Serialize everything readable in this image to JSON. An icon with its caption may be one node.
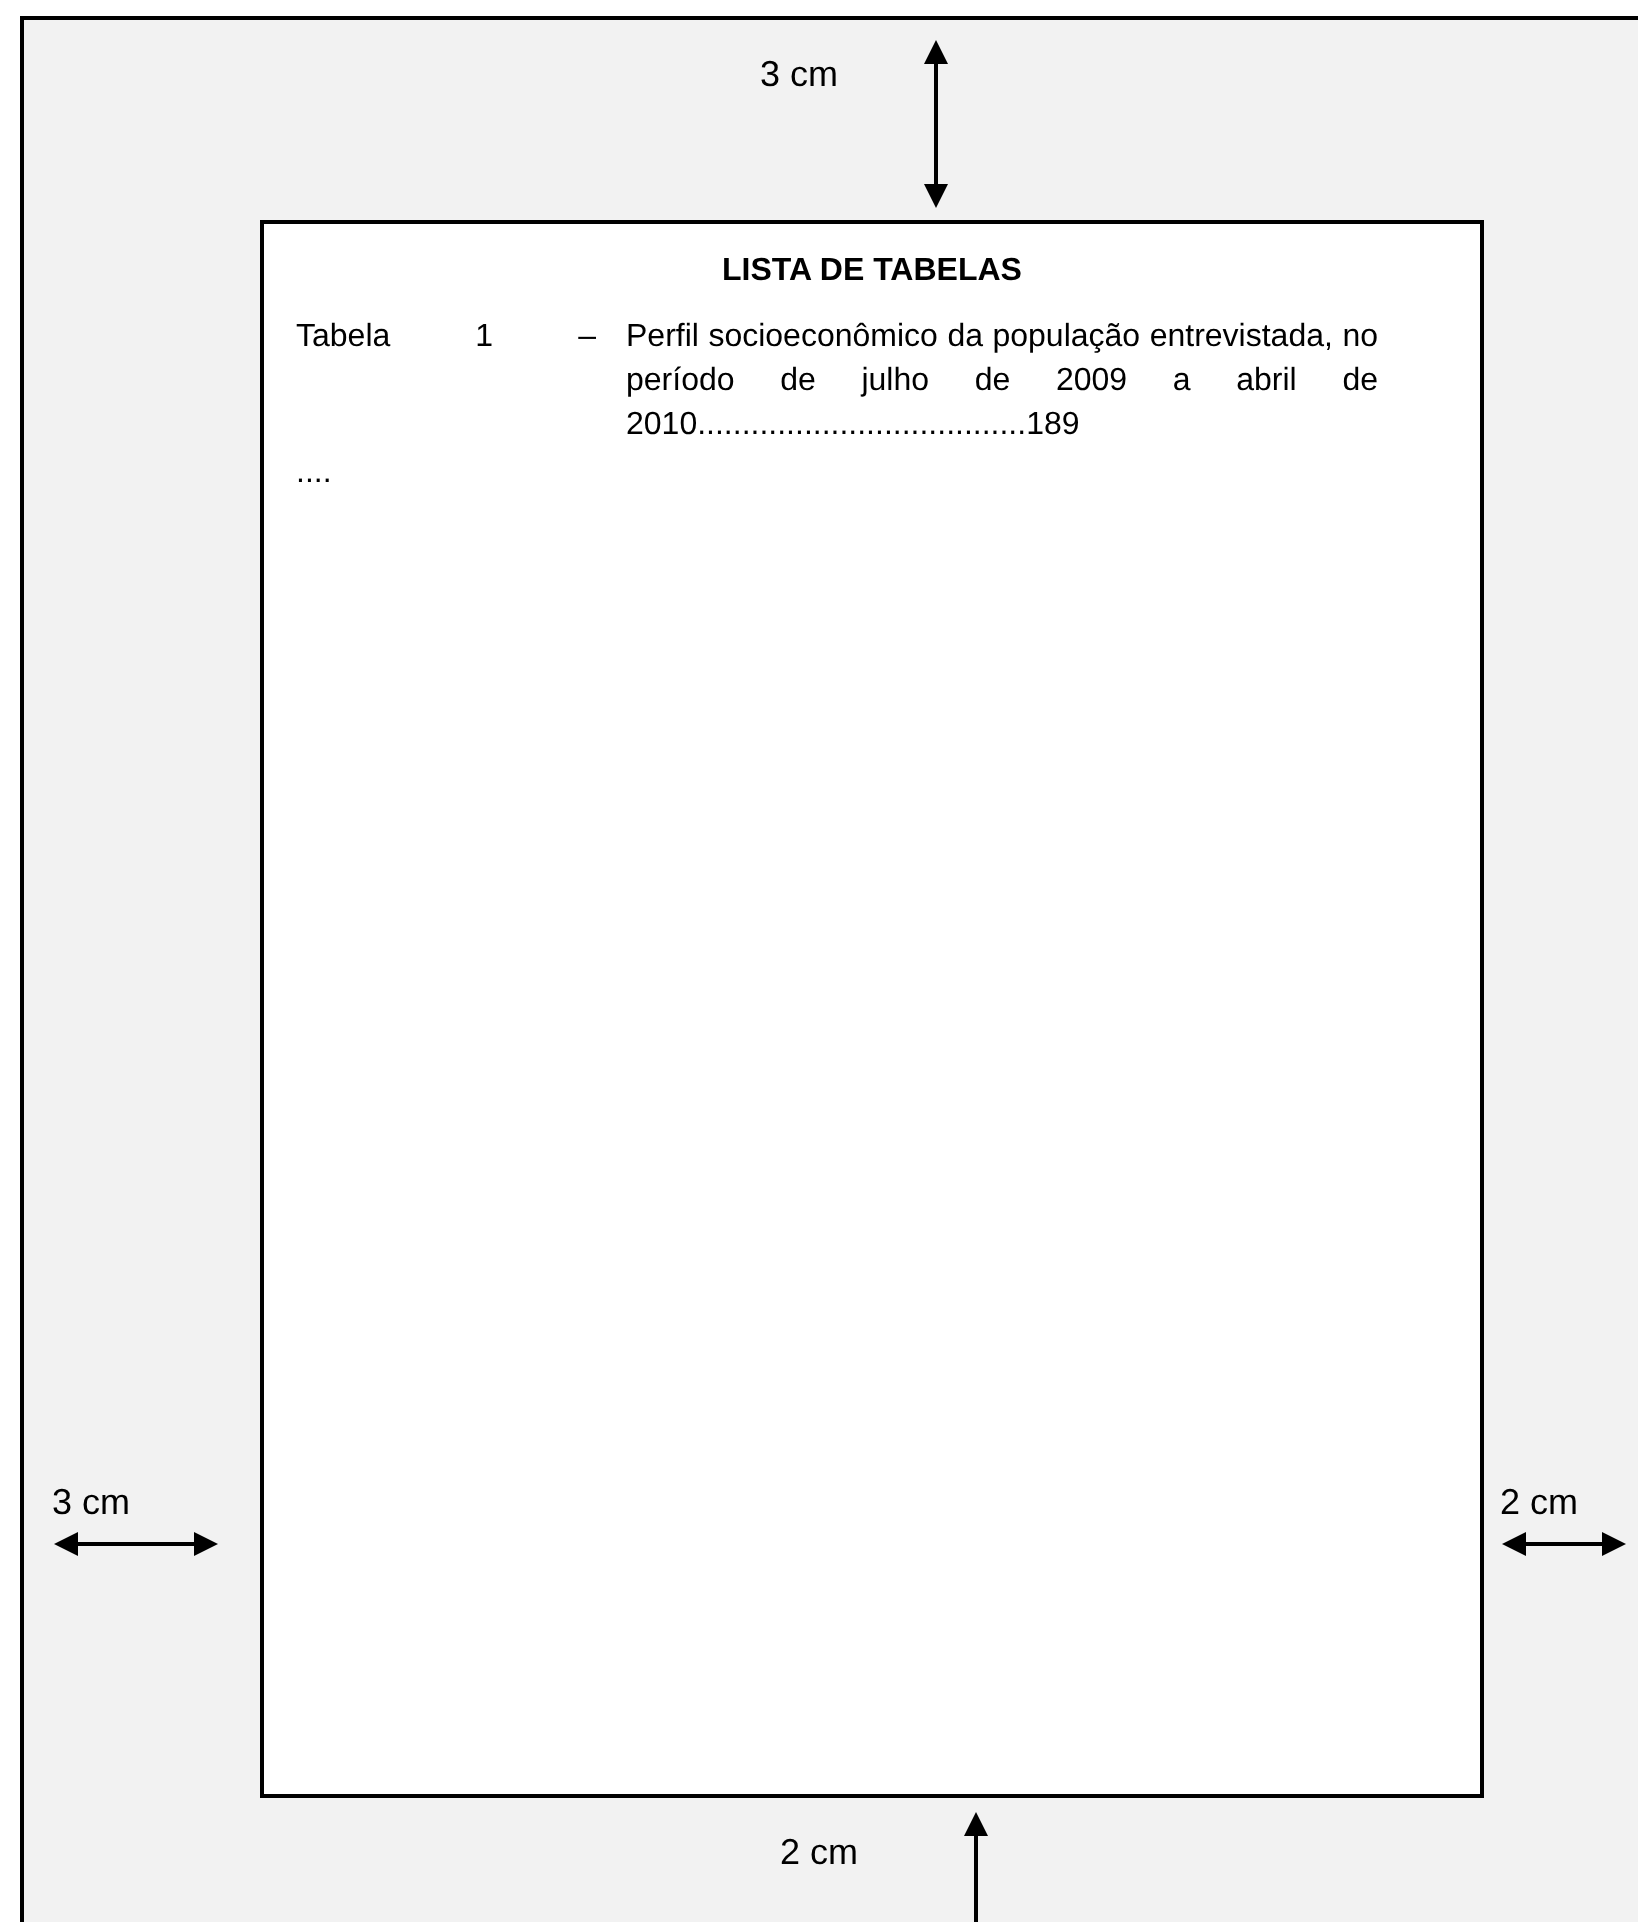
{
  "diagram": {
    "nodes": [
      {
        "text": [],
        "shape": "box"
      },
      {
        "text": [
          "LISTA DE TABELAS",
          "Tabela 1 –",
          "Perfil socioeconômico da população entrevistada, no período de julho de 2009 a abril de 2010.....................................189",
          "...."
        ],
        "in": 0
      }
    ],
    "labels": [
      "3 cm",
      "3 cm",
      "2 cm",
      "2 cm"
    ]
  }
}
